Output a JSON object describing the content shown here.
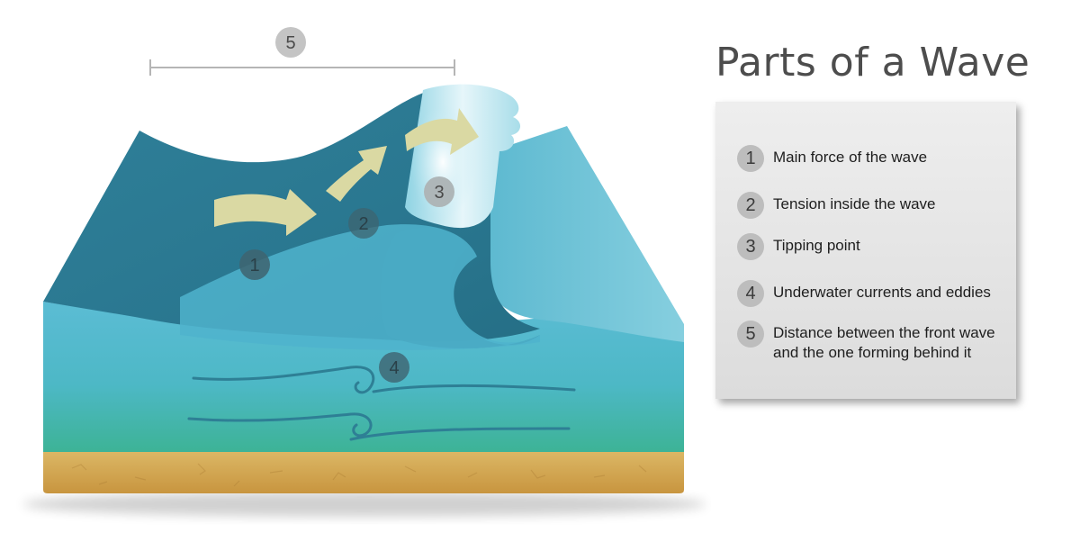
{
  "title": "Parts of a Wave",
  "markers": [
    {
      "num": "1"
    },
    {
      "num": "2"
    },
    {
      "num": "3"
    },
    {
      "num": "4"
    },
    {
      "num": "5"
    }
  ],
  "legend": [
    {
      "num": "1",
      "lines": [
        "Main force of the wave"
      ]
    },
    {
      "num": "2",
      "lines": [
        "Tension inside the wave"
      ]
    },
    {
      "num": "3",
      "lines": [
        "Tipping point"
      ]
    },
    {
      "num": "4",
      "lines": [
        "Underwater currents and eddies"
      ]
    },
    {
      "num": "5",
      "lines": [
        "Distance between the front wave",
        "and the one forming behind it"
      ]
    }
  ],
  "colors": {
    "deep_water": "#2e7f95",
    "mid_water": "#5bb8cf",
    "light_water": "#7ecbdc",
    "seafloor_water": "#40b39a",
    "sand": "#d4a955",
    "arrow": "#d9d9a3",
    "marker_dark": "#4a6a72",
    "marker_light": "#c8c8c8"
  }
}
